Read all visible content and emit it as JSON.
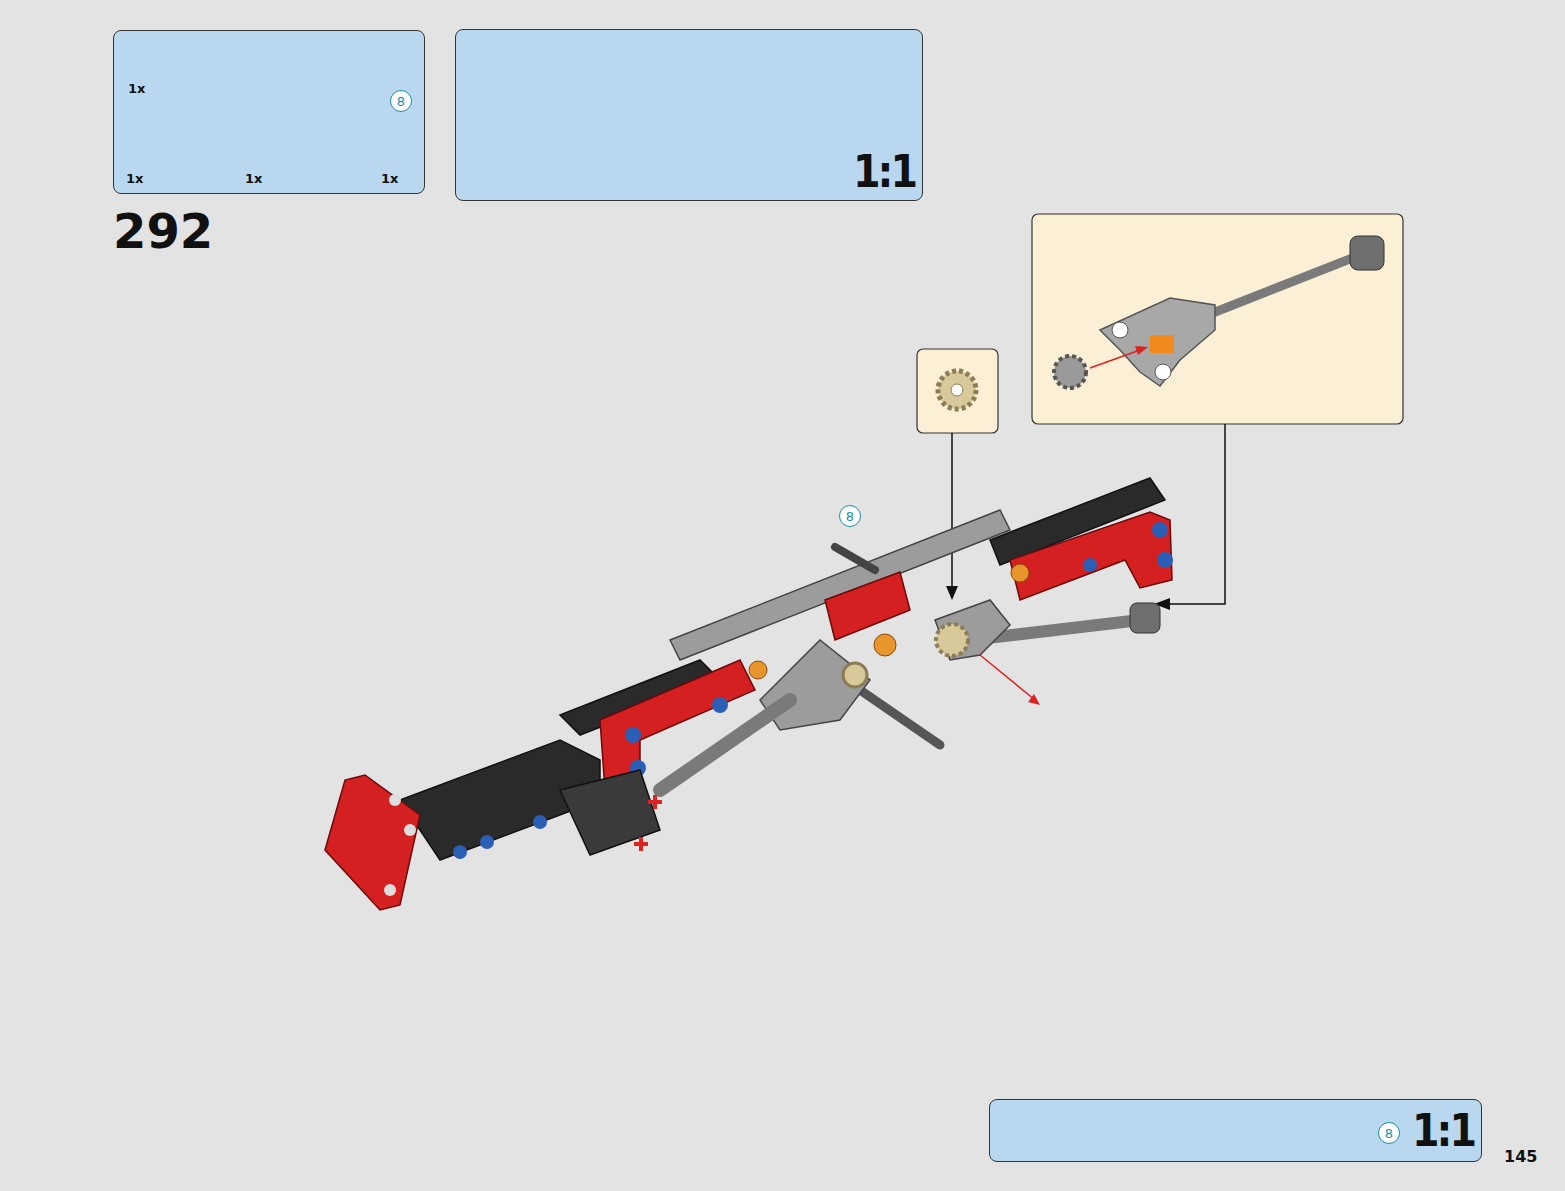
{
  "diagram": {
    "nodes": [
      {
        "text": [
          "1x",
          "1x",
          "1x",
          "1x"
        ]
      },
      {
        "text": [
          "8"
        ],
        "in": 0
      },
      {
        "text": [
          "1:1"
        ]
      },
      {
        "text": [
          "8"
        ]
      },
      {
        "text": [
          "1:1"
        ]
      },
      {
        "text": [
          "8"
        ],
        "in": 4
      }
    ],
    "labels": [
      "292",
      "145"
    ]
  }
}
